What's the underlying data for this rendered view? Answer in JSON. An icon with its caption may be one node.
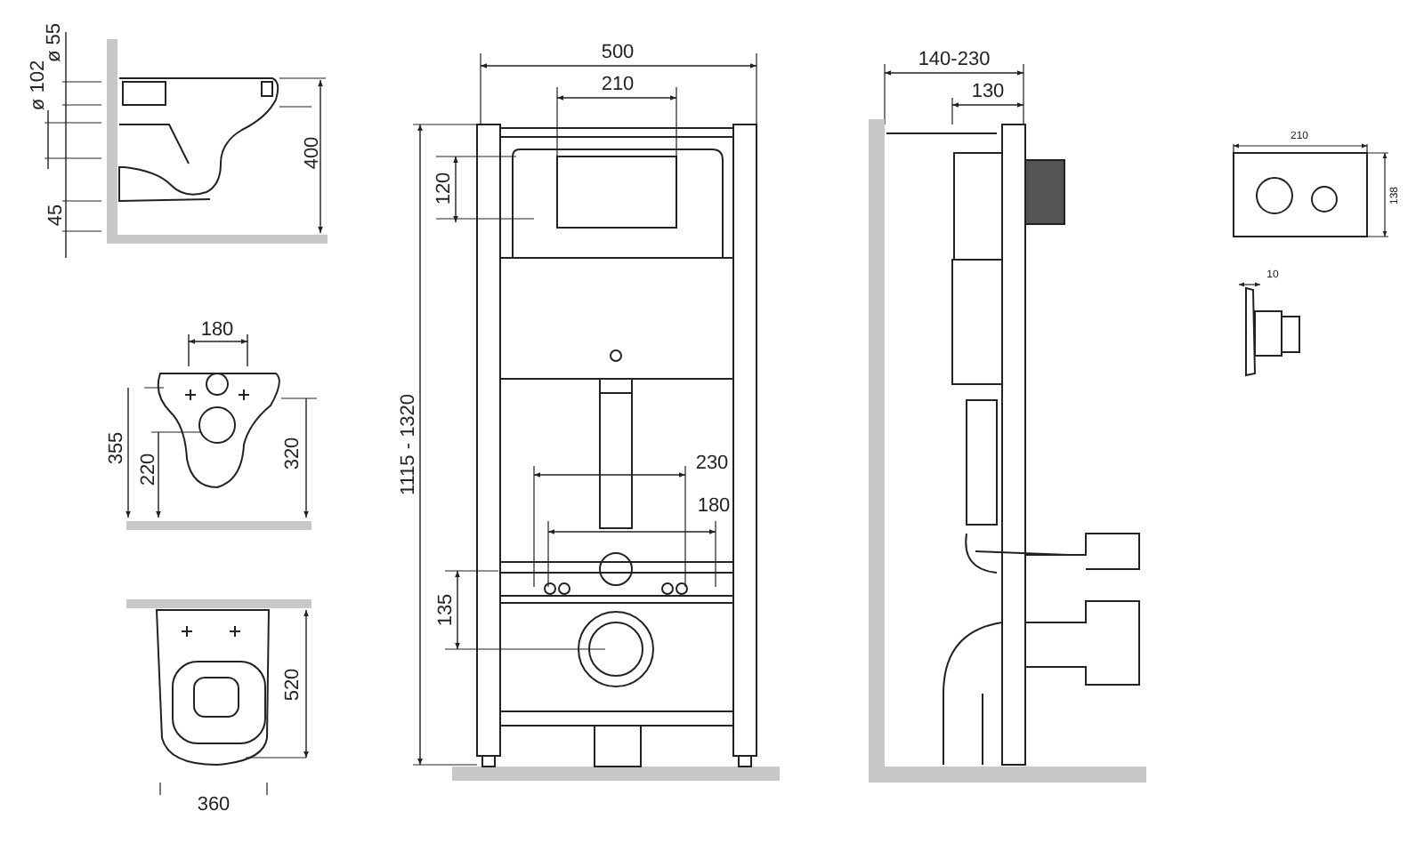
{
  "diagram": {
    "labels": [
      "ø 55",
      "ø 102",
      "400",
      "45",
      "180",
      "355",
      "220",
      "320",
      "520",
      "360",
      "500",
      "210",
      "120",
      "1115 - 1320",
      "230",
      "180",
      "135",
      "140-230",
      "130",
      "210",
      "138",
      "10"
    ]
  }
}
